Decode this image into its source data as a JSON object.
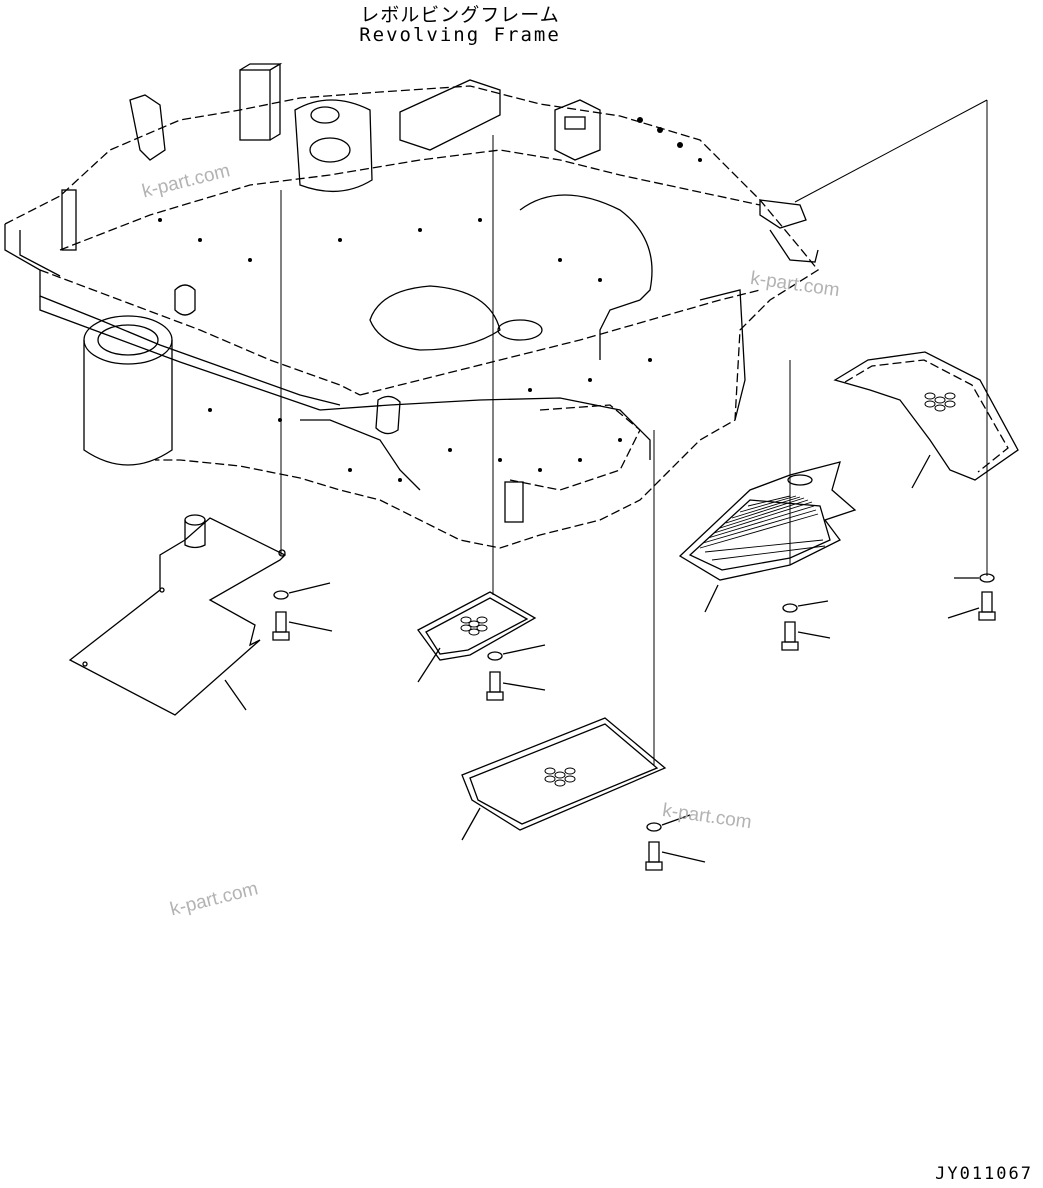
{
  "header": {
    "title_jp": "レボルビングフレーム",
    "title_en": "Revolving Frame"
  },
  "footer": {
    "drawing_number": "JY011067"
  },
  "watermarks": [
    "k-part.com",
    "k-part.com",
    "k-part.com",
    "k-part.com"
  ],
  "colors": {
    "line": "#000000",
    "background": "#ffffff",
    "watermark": "#b3b3b3"
  }
}
